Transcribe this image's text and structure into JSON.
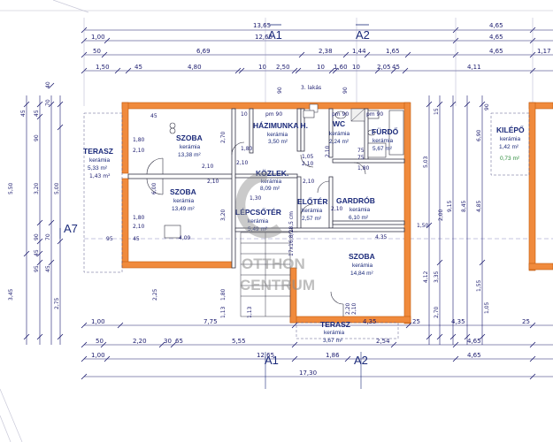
{
  "axes": {
    "a1_top": "A1",
    "a2_top": "A2",
    "a1_bottom": "A1",
    "a2_bottom": "A2",
    "a7": "A7"
  },
  "unit_label": "3. lakás",
  "rooms": [
    {
      "id": "terasz_w",
      "name": "TERASZ",
      "material": "kerámia",
      "area": "5,33 m²",
      "extra": "1,43 m²"
    },
    {
      "id": "szoba1",
      "name": "SZOBA",
      "material": "kerámia",
      "area": "13,38 m²"
    },
    {
      "id": "hazimunka",
      "name": "HÁZIMUNKA H.",
      "material": "kerámia",
      "area": "3,50 m²"
    },
    {
      "id": "wc",
      "name": "WC",
      "material": "kerámia",
      "area": "2,24 m²"
    },
    {
      "id": "furdo",
      "name": "FÜRDŐ",
      "material": "kerámia",
      "area": "5,67 m²"
    },
    {
      "id": "kozlek",
      "name": "KÖZLEK.",
      "material": "kerámia",
      "area": "8,09 m²"
    },
    {
      "id": "szoba2",
      "name": "SZOBA",
      "material": "kerámia",
      "area": "13,49 m²"
    },
    {
      "id": "lepcsoter",
      "name": "LÉPCSŐTÉR",
      "material": "kerámia",
      "area": "5,49 m²"
    },
    {
      "id": "eloter",
      "name": "ELŐTÉR",
      "material": "kerámia",
      "area": "2,57 m²"
    },
    {
      "id": "gardrob",
      "name": "GARDRÓB",
      "material": "kerámia",
      "area": "6,10 m²"
    },
    {
      "id": "szoba3",
      "name": "SZOBA",
      "material": "kerámia",
      "area": "14,84 m²"
    },
    {
      "id": "terasz_s",
      "name": "TERASZ",
      "material": "kerámia",
      "area": "3,67 m²"
    },
    {
      "id": "kilepo",
      "name": "KILÉPŐ",
      "material": "kerámia",
      "area": "1,42 m²",
      "extra": "0,73 m²"
    }
  ],
  "top_dims": {
    "row1": [
      "13,65",
      "4,65"
    ],
    "row2": [
      "1,00",
      "12,65",
      "4,65"
    ],
    "row3": [
      "50",
      "6,69",
      "2,38",
      "1,44",
      "1,65",
      "4,65",
      "1,17"
    ],
    "row4": [
      "1,50",
      "45",
      "4,80",
      "10",
      "2,50",
      "10",
      "1,60",
      "10",
      "2,05",
      "45",
      "4,11"
    ],
    "row5": [
      "pm 90",
      "pm 90",
      "pm 90",
      "90",
      "90",
      "90"
    ]
  },
  "bottom_dims": {
    "row1": [
      "1,00",
      "7,75",
      "4,35",
      "25",
      "4,35",
      "25"
    ],
    "row2": [
      "50",
      "2,20",
      "30",
      "65",
      "5,55",
      "2,54",
      "4,65"
    ],
    "row3": [
      "1,00",
      "12,65",
      "1,86",
      "4,65"
    ],
    "row4": [
      "17,30"
    ]
  },
  "left_dims": [
    "45",
    "5,50",
    "45",
    "90",
    "70",
    "3,20",
    "5,00",
    "90",
    "45",
    "70",
    "95",
    "45",
    "2,75",
    "3,45",
    "40"
  ],
  "right_dims": [
    "5,03",
    "15",
    "9,15",
    "8,45",
    "4,12",
    "3,35",
    "2,70",
    "4,85",
    "6,90",
    "1,55",
    "1,05"
  ],
  "interior_dims": [
    "1,80",
    "2,10",
    "1,80",
    "2,10",
    "2,70",
    "2,10",
    "1,05",
    "2,10",
    "2,10",
    "75",
    "1,80",
    "2,10",
    "6,00",
    "3,20",
    "2,10",
    "1,80",
    "2,10",
    "4,09",
    "2,00",
    "1,50",
    "4,35",
    "2,10",
    "2,20",
    "1,80",
    "1,13",
    "1,13",
    "2,25",
    "17x16,8/28,5 cm",
    "1,30",
    "2,10",
    "75",
    "10",
    "45",
    "95",
    "45"
  ],
  "watermark": {
    "line1": "OTTHON",
    "line2": "CENTRUM"
  },
  "colors": {
    "wall": "#f08a3c",
    "wall_edge": "#c05a10",
    "dim": "#1a1a6e",
    "room_text": "#1b2a7a",
    "green_text": "#2a8a3a",
    "watermark": "#8a8a8a"
  }
}
